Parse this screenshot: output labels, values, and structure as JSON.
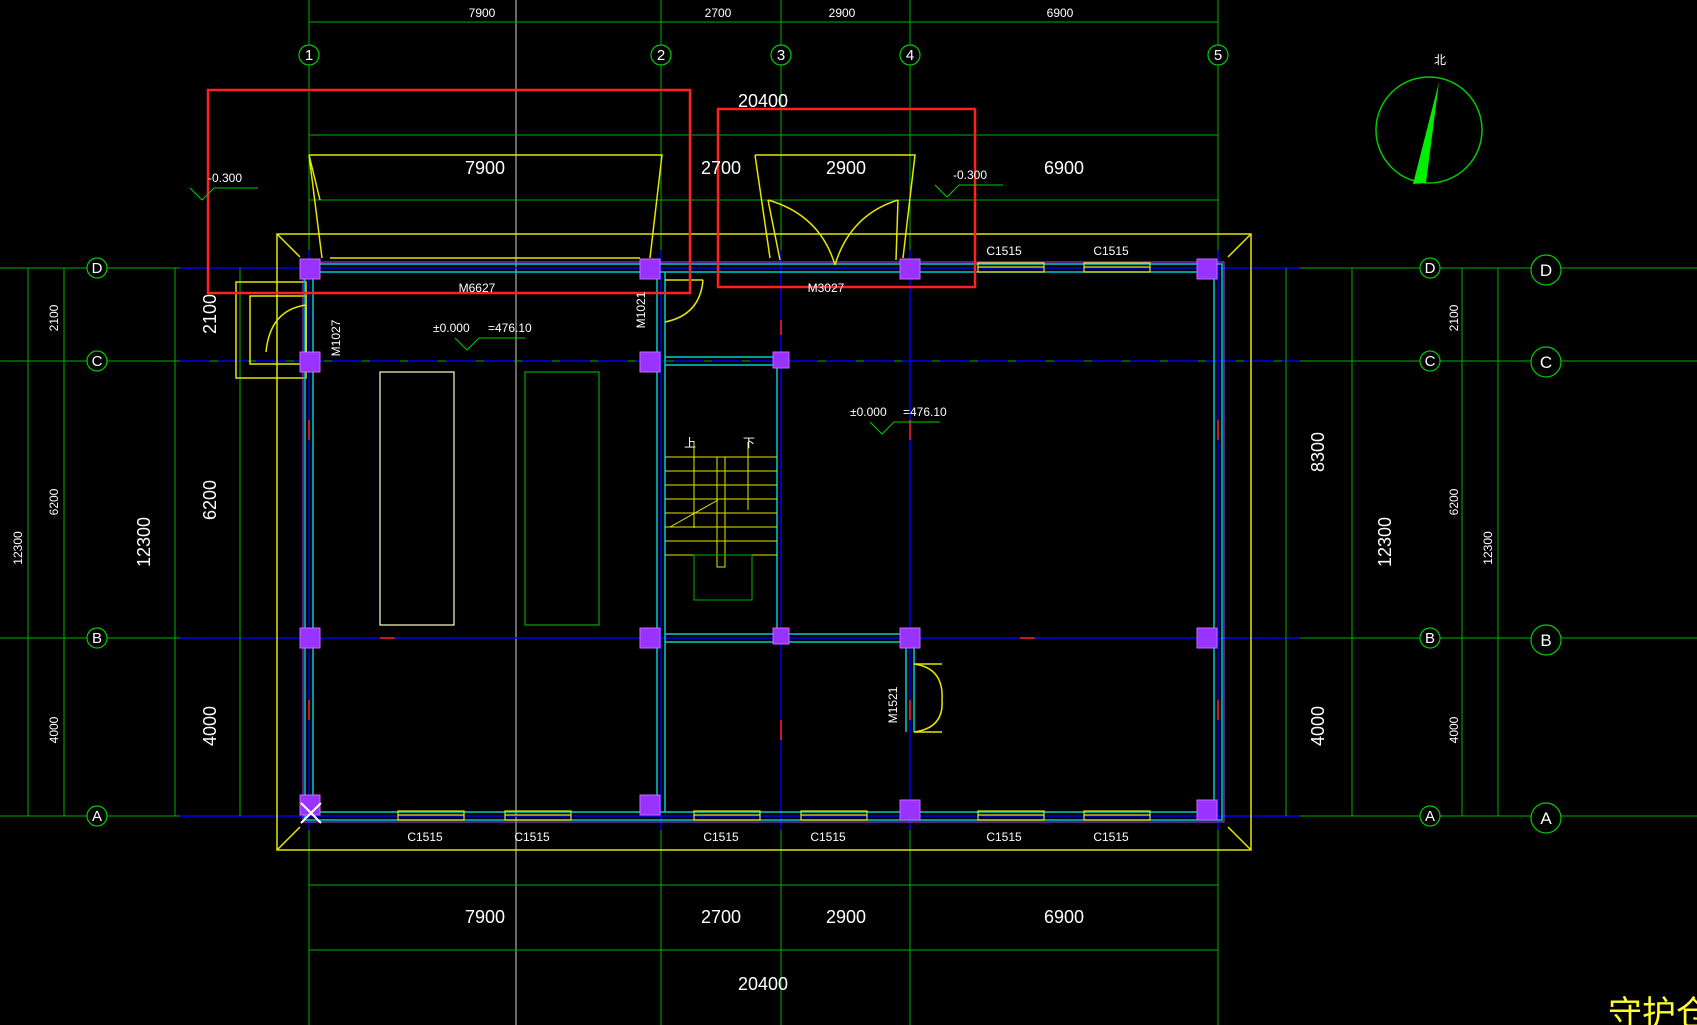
{
  "grid_axes": {
    "vertical": [
      "1",
      "2",
      "3",
      "4",
      "5"
    ],
    "horizontal": [
      "D",
      "C",
      "B",
      "A"
    ]
  },
  "dims": {
    "top_bays": [
      "7900",
      "2700",
      "2900",
      "6900"
    ],
    "top_total": "20400",
    "bottom_bays": [
      "7900",
      "2700",
      "2900",
      "6900"
    ],
    "bottom_total": "20400",
    "left_rows": [
      "2100",
      "6200",
      "4000"
    ],
    "left_total": "12300",
    "right_rows": [
      "8300",
      "4000"
    ],
    "right_total": "12300",
    "small_rows": [
      "2100",
      "6200",
      "4000"
    ],
    "small_total": "12300"
  },
  "labels": {
    "doors": [
      "M6627",
      "M3027",
      "M1027",
      "M1021",
      "M1521"
    ],
    "window": "C1515",
    "ext_elev": "-0.300",
    "floor_elev": "±0.000",
    "floor_abs": "=476.10",
    "stair_up": "上",
    "stair_down": "下",
    "north": "北",
    "watermark": "守护仓"
  },
  "colors": {
    "axis_green": "#00cc00",
    "wall_yellow": "#e6e600",
    "column_magenta": "#9933ff",
    "wall_cyan": "#00cccc",
    "grid_blue": "#0000ff",
    "highlight_red": "#ff2020"
  }
}
